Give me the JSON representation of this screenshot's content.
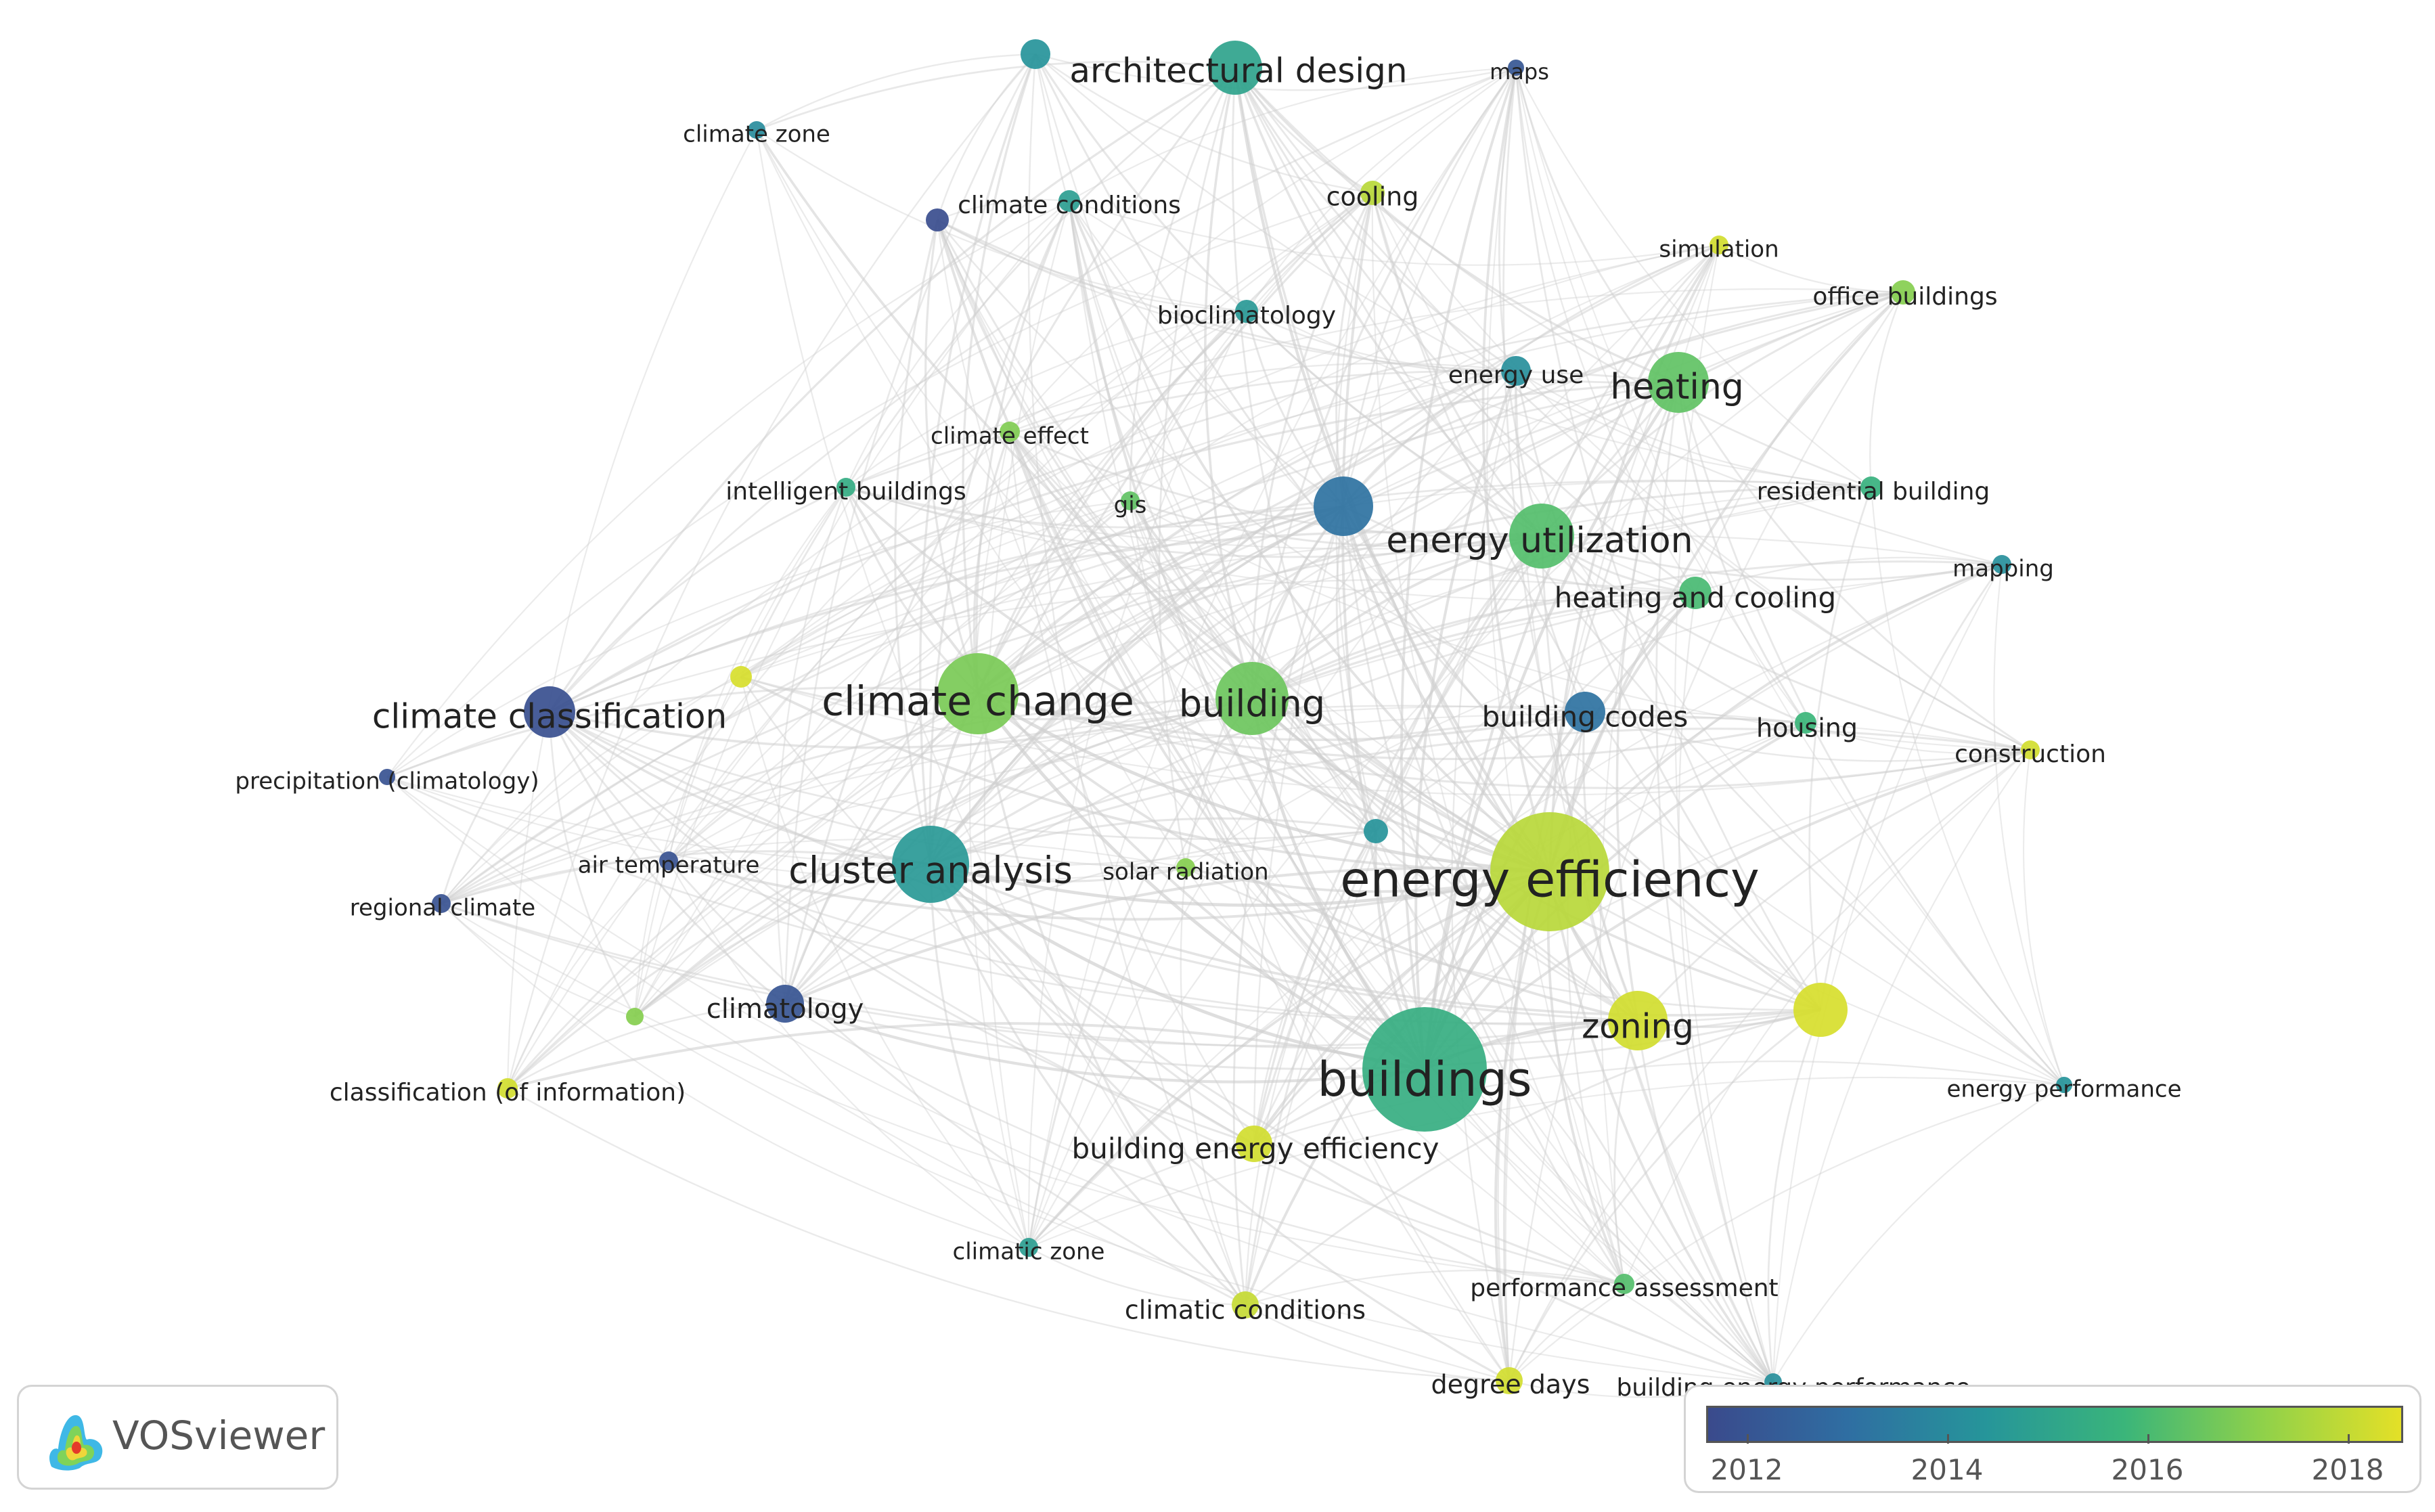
{
  "nodes": [
    {
      "label": "architectural design",
      "year": 2014.8
    },
    {
      "label": "",
      "year": 2014.2
    },
    {
      "label": "maps",
      "year": 2012.0
    },
    {
      "label": "climate zone",
      "year": 2013.9
    },
    {
      "label": "climate conditions",
      "year": 2014.6
    },
    {
      "label": "",
      "year": 2011.6
    },
    {
      "label": "cooling",
      "year": 2017.6
    },
    {
      "label": "simulation",
      "year": 2018.0
    },
    {
      "label": "office buildings",
      "year": 2016.8
    },
    {
      "label": "bioclimatology",
      "year": 2014.4
    },
    {
      "label": "energy use",
      "year": 2014.0
    },
    {
      "label": "heating",
      "year": 2016.2
    },
    {
      "label": "climate effect",
      "year": 2016.7
    },
    {
      "label": "intelligent buildings",
      "year": 2015.2
    },
    {
      "label": "gis",
      "year": 2016.2
    },
    {
      "label": "",
      "year": 2013.0
    },
    {
      "label": "energy utilization",
      "year": 2016.0
    },
    {
      "label": "residential building",
      "year": 2015.4
    },
    {
      "label": "mapping",
      "year": 2014.0
    },
    {
      "label": "heating and cooling",
      "year": 2015.8
    },
    {
      "label": "climate classification",
      "year": 2011.7
    },
    {
      "label": "",
      "year": 2018.1
    },
    {
      "label": "climate change",
      "year": 2016.6
    },
    {
      "label": "building",
      "year": 2016.4
    },
    {
      "label": "building codes",
      "year": 2013.0
    },
    {
      "label": "housing",
      "year": 2015.6
    },
    {
      "label": "construction",
      "year": 2018.0
    },
    {
      "label": "precipitation (climatology)",
      "year": 2011.8
    },
    {
      "label": "",
      "year": 2014.2
    },
    {
      "label": "air temperature",
      "year": 2011.8
    },
    {
      "label": "cluster analysis",
      "year": 2014.4
    },
    {
      "label": "solar radiation",
      "year": 2016.8
    },
    {
      "label": "energy efficiency",
      "year": 2017.6
    },
    {
      "label": "regional climate",
      "year": 2011.8
    },
    {
      "label": "climatology",
      "year": 2011.9
    },
    {
      "label": "",
      "year": 2016.8
    },
    {
      "label": "zoning",
      "year": 2018.0
    },
    {
      "label": "",
      "year": 2018.1
    },
    {
      "label": "buildings",
      "year": 2015.3
    },
    {
      "label": "classification (of information)",
      "year": 2018.0
    },
    {
      "label": "energy performance",
      "year": 2014.2
    },
    {
      "label": "building energy efficiency",
      "year": 2018.0
    },
    {
      "label": "climatic zone",
      "year": 2014.6
    },
    {
      "label": "performance assessment",
      "year": 2016.0
    },
    {
      "label": "climatic conditions",
      "year": 2017.8
    },
    {
      "label": "degree days",
      "year": 2018.0
    },
    {
      "label": "building energy performance",
      "year": 2014.0
    }
  ],
  "colorbar": {
    "ticks": [
      "2012",
      "2014",
      "2016",
      "2018"
    ],
    "colors": [
      "#3a4a8c",
      "#2f6ea2",
      "#26959a",
      "#3ab57a",
      "#8fd14a",
      "#e4e027"
    ]
  },
  "branding": {
    "name": "VOSviewer"
  }
}
